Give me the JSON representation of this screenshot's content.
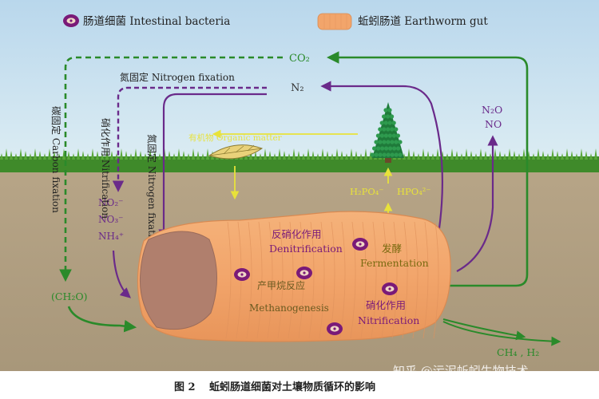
{
  "legend": {
    "bacteria_label": "肠道细菌 Intestinal bacteria",
    "gut_label": "蚯蚓肠道 Earthworm gut"
  },
  "compounds": {
    "co2": "CO₂",
    "n2": "N₂",
    "n2o": "N₂O",
    "no": "NO",
    "no2": "NO₂⁻",
    "no3": "NO₃⁻",
    "nh4": "NH₄⁺",
    "ch2o": "(CH₂O)",
    "h2po4": "H₂PO₄⁻",
    "hpo4": "HPO₄²⁻",
    "ch4_h2": "CH₄ , H₂"
  },
  "process_labels": {
    "nitrogen_fixation_top": "氮固定 Nitrogen fixation",
    "carbon_fixation": "碳固定 Carbon fixation",
    "nitrification_side": "硝化作用 Nitrification",
    "nitrogen_fixation_side": "氮固定 Nitrogen fixation",
    "organic_matter": "有机物 Organic matter"
  },
  "gut_labels": {
    "denitrification_cn": "反硝化作用",
    "denitrification_en": "Denitrification",
    "fermentation_cn": "发酵",
    "fermentation_en": "Fermentation",
    "methanogenesis_cn": "产甲烷反应",
    "methanogenesis_en": "Methanogenesis",
    "nitrification_cn": "硝化作用",
    "nitrification_en": "Nitrification"
  },
  "caption": {
    "figure_number": "图 2",
    "text": "蚯蚓肠道细菌对土壤物质循环的影响"
  },
  "watermark": "知乎 @污泥蚯蚓生物技术",
  "colors": {
    "sky": "#c5dff0",
    "soil": "#b1a185",
    "grass": "#3f8a2a",
    "gut": "#f2a56b",
    "gut_lumen": "#b07f6d",
    "carbon_arrow": "#2a8a2a",
    "nitrogen_arrow": "#6a2a8a",
    "phosphate_arrow": "#e8e23a",
    "bacteria_ring": "#7a1a78"
  }
}
